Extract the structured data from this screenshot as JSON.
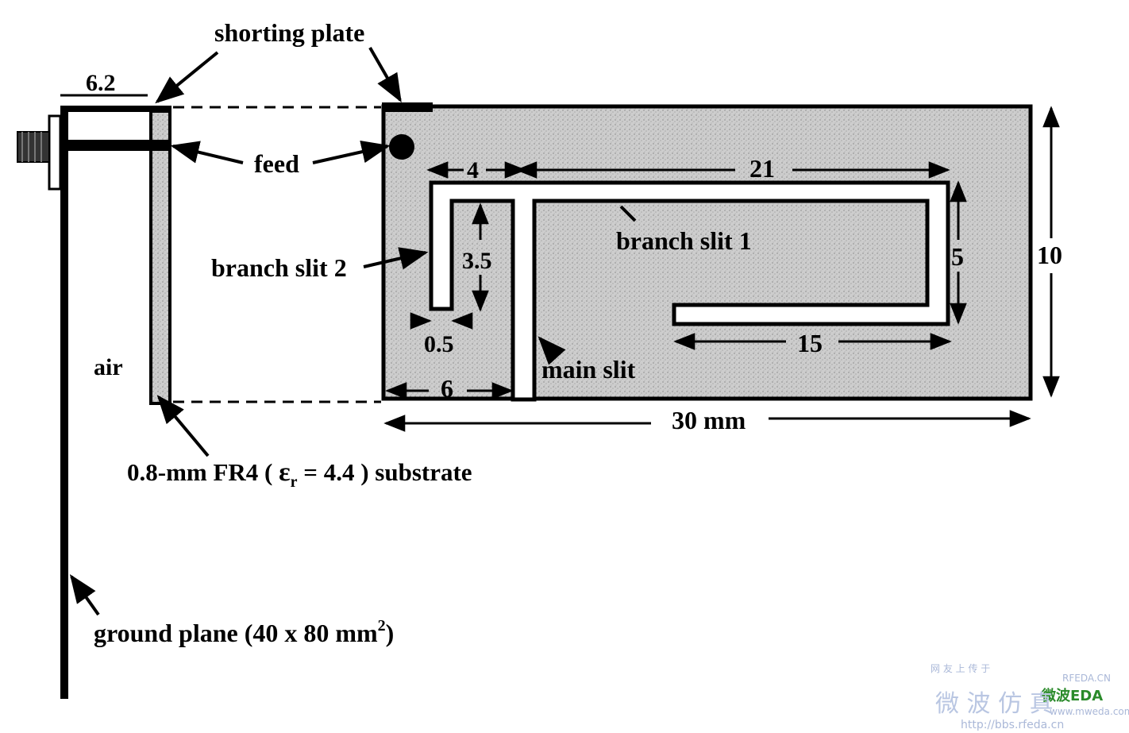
{
  "labels": {
    "shorting_plate": "shorting plate",
    "feed": "feed",
    "air": "air",
    "branch_slit_2": "branch slit 2",
    "branch_slit_1": "branch slit 1",
    "main_slit": "main slit",
    "ground_plane_pre": "ground plane (40 x 80 mm",
    "ground_plane_sup": "2",
    "ground_plane_post": ")",
    "substrate_pre": "0.8-mm FR4 ( ",
    "substrate_eps": "ε",
    "substrate_sub": "r",
    "substrate_post": " = 4.4 ) substrate"
  },
  "dimensions": {
    "thickness": "6.2",
    "d4": "4",
    "d21": "21",
    "d5": "5",
    "d10": "10",
    "d3_5": "3.5",
    "d0_5": "0.5",
    "d6": "6",
    "d15": "15",
    "d30": "30 mm"
  },
  "watermark": {
    "cn_small": "网 友 上 传 于",
    "rfeda": "RFEDA.CN",
    "brand": "微波EDA",
    "site2": "www.mweda.com",
    "big": "微 波 仿 真",
    "url": "http://bbs.rfeda.cn"
  },
  "colors": {
    "ink": "#000000",
    "substrate_fill": "#c9c9c9",
    "slit_fill": "#ffffff",
    "watermark": "#aab8d8"
  }
}
